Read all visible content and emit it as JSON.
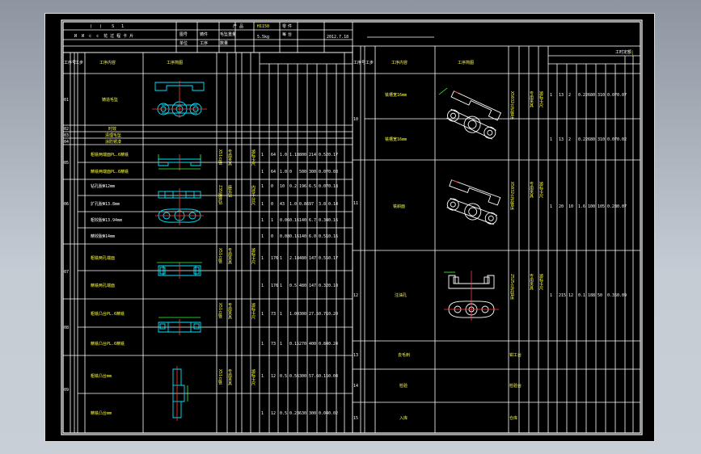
{
  "colors": {
    "background": "#000000",
    "line": "#ffffff",
    "part_outline": "#00e5ff",
    "center_line": "#ff3b3b",
    "dimension": "#3cff3c",
    "label_text": "#ffff40",
    "viewport_border": "#dcdcdc"
  },
  "title_block": {
    "row1_left": "(   )    S   1",
    "row2_left": "И  И  c  c  花 过 程 卡 片",
    "cells": [
      "产",
      "品",
      "H1150",
      "零",
      "件",
      "",
      "图号",
      "铸件",
      "毛坠重量",
      "5.5kg",
      "每",
      "台",
      "2012.7.18"
    ],
    "small_labels": [
      "单位",
      "工序",
      "数量"
    ],
    "blank_line": ""
  },
  "left_table": {
    "header": [
      "工序号",
      "工步",
      "工序内容",
      "工序简图"
    ],
    "rows": [
      {
        "no": "01",
        "content": [
          "铸造毛坠"
        ],
        "values": []
      },
      {
        "no": "02",
        "content": [
          "时效"
        ],
        "values": []
      },
      {
        "no": "03",
        "content": [
          "清理毛坠"
        ],
        "values": []
      },
      {
        "no": "04",
        "content": [
          "涂防锈漆"
        ],
        "values": []
      },
      {
        "no": "05",
        "content": [
          "粗铣两端面PL.6精铣",
          "精铣两端面PL.6精铣"
        ],
        "values": [
          [
            "1",
            "64",
            "1.0",
            "1.18",
            "800",
            "214",
            "0.52",
            "0.17"
          ],
          [
            "1",
            "64",
            "1.0",
            "0",
            "500",
            "300",
            "0.07",
            "0.03"
          ]
        ]
      },
      {
        "no": "06",
        "content": [
          "钻孔脫Φ12mm",
          "扩孔脫Φ13.8mm",
          "粗铰脫Φ13.94mm",
          "精铰脫Φ14mm"
        ],
        "values": [
          [
            "1",
            "0",
            "10",
            "0.2",
            "196",
            "6.5",
            "0.07",
            "0.18"
          ],
          [
            "1",
            "0",
            "43",
            "1.0",
            "0.86",
            "97",
            "3.8",
            "0.14"
          ],
          [
            "1",
            "1",
            "0.06",
            "0.16",
            "140",
            "6.7",
            "0.34",
            "0.16"
          ],
          [
            "1",
            "0",
            "0.08",
            "0.16",
            "140",
            "6.0",
            "0.51",
            "0.16"
          ]
        ]
      },
      {
        "no": "07",
        "content": [
          "粗铣两孔端面",
          "精铣两孔端面"
        ],
        "values": [
          [
            "1",
            "176",
            "1",
            "2.18",
            "480",
            "147",
            "0.55",
            "0.17"
          ],
          [
            "1",
            "176",
            "1",
            "0.5",
            "480",
            "147",
            "0.32",
            "0.10"
          ]
        ]
      },
      {
        "no": "08",
        "content": [
          "粗铣凸台PL.6精铣",
          "精铣凸台PL.6精铣"
        ],
        "values": [
          [
            "1",
            "73",
            "1",
            "1.00",
            "300",
            "27.5",
            "0.71",
            "0.20"
          ],
          [
            "1",
            "73",
            "1",
            "0.15",
            "270",
            "400",
            "0.84",
            "0.24"
          ]
        ]
      },
      {
        "no": "09",
        "content": [
          "粗铣凸台mm",
          "精铣凸台mm"
        ],
        "values": [
          [
            "1",
            "12",
            "0.5",
            "0.56",
            "300",
            "57.6",
            "0.15",
            "0.04"
          ],
          [
            "1",
            "12",
            "0.5",
            "0.23",
            "630",
            "300",
            "0.04",
            "0.02"
          ]
        ]
      }
    ],
    "machine_labels": [
      "X51立铣",
      "Z35摇臂钻",
      "X51立铣",
      "X51立铣",
      "X51立铣"
    ],
    "tool_labels": [
      "专用夹具",
      "麻花钻",
      "专用夹具",
      "专用夹具",
      "专用夹具"
    ],
    "gauge_labels": [
      "游标卡尺",
      "内径千分尺",
      "游标卡尺",
      "游标卡尺",
      "游标卡尺"
    ]
  },
  "right_table": {
    "header": [
      "工序号",
      "工步",
      "工序内容",
      "工序简图"
    ],
    "header_extra": "工时定额",
    "rows": [
      {
        "no": "10",
        "content": [
          "铣槽宽16mm",
          "铣槽宽16mm"
        ],
        "values": [
          [
            "1",
            "13",
            "2",
            "0.22",
            "680",
            "310",
            "0.07",
            "0.07"
          ],
          [
            "1",
            "13",
            "2",
            "0.22",
            "680",
            "310",
            "0.07",
            "0.02"
          ]
        ]
      },
      {
        "no": "11",
        "content": [
          "铣斜面"
        ],
        "values": [
          [
            "1",
            "20",
            "10",
            "1.6",
            "100",
            "105",
            "0.28",
            "0.07"
          ]
        ]
      },
      {
        "no": "12",
        "content": [
          "注油孔"
        ],
        "values": [
          [
            "1",
            "215",
            "12",
            "0.1",
            "188",
            "50",
            "0.35",
            "0.09"
          ]
        ]
      },
      {
        "no": "13",
        "content": [
          "去毛刺"
        ],
        "values": []
      },
      {
        "no": "14",
        "content": [
          "检验"
        ],
        "values": []
      },
      {
        "no": "15",
        "content": [
          "入库"
        ],
        "values": []
      }
    ],
    "machine_labels": [
      "X5032立式铣床",
      "X5032立式铣床",
      "Z525立式钻床",
      "钳工台",
      "检验台",
      "仓库"
    ],
    "tool_labels": [
      "专用夹具",
      "专用夹具",
      "专用夹具"
    ],
    "gauge_labels": [
      "游标卡尺",
      "游标卡尺",
      "游标卡尺"
    ]
  }
}
